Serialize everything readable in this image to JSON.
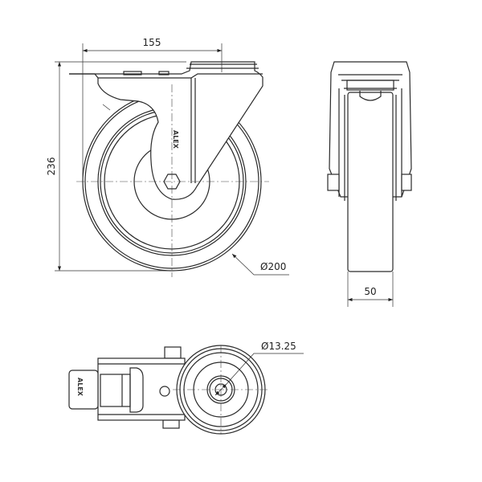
{
  "drawing": {
    "front_view": {
      "dim_width": "155",
      "dim_height": "236",
      "dim_wheel_diameter": "Ø200",
      "logo": "ALEX"
    },
    "side_view": {
      "dim_wheel_width": "50"
    },
    "top_view": {
      "dim_bolt_hole": "Ø13.25",
      "logo": "ALEX"
    }
  }
}
